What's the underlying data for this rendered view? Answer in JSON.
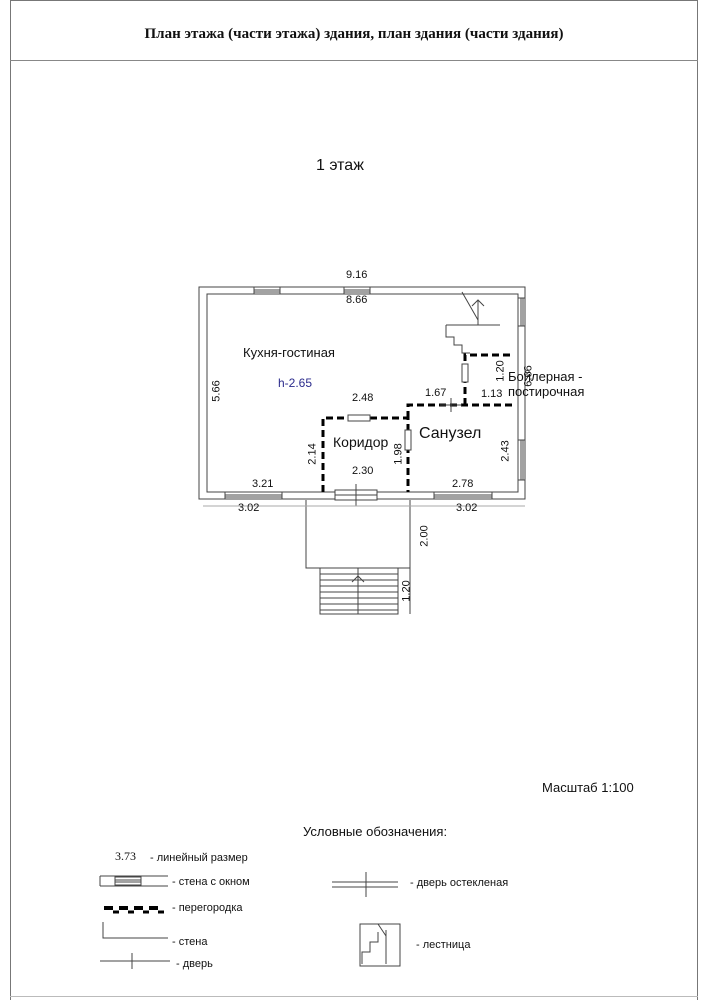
{
  "header": {
    "title": "План этажа (части этажа) здания, план здания (части здания)"
  },
  "plan": {
    "floor_label": "1 этаж",
    "scale": "Масштаб 1:100",
    "rooms": {
      "kitchen": "Кухня-гостиная",
      "corridor": "Коридор",
      "bathroom": "Санузел",
      "boiler_line1": "Бойлерная -",
      "boiler_line2": "постирочная"
    },
    "height_note": "h-2.65",
    "dimensions": {
      "outer_top": "9.16",
      "inner_top": "8.66",
      "left_height": "5.66",
      "right_height": "6.66",
      "corridor_top": "2.48",
      "corridor_left": "2.14",
      "corridor_bottom": "2.30",
      "corridor_right": "1.98",
      "bath_top": "1.67",
      "boiler_width": "1.13",
      "boiler_height": "1.20",
      "bath_right": "2.43",
      "bottom_left_inner": "3.21",
      "bottom_left_outer": "3.02",
      "bottom_right_inner": "2.78",
      "bottom_right_outer": "3.02",
      "porch_length": "2.00",
      "stairs_length": "1.20"
    },
    "colors": {
      "height_note": "#2b2b8c",
      "lines": "#444444",
      "partition": "#000000"
    }
  },
  "legend": {
    "title": "Условные обозначения:",
    "sample_value": "3.73",
    "items": {
      "linear_size": "- линейный размер",
      "wall_window": "- стена с окном",
      "partition": "- перегородка",
      "wall": "- стена",
      "door": "- дверь",
      "glass_door": "- дверь остекленая",
      "stairs": "- лестница"
    }
  }
}
